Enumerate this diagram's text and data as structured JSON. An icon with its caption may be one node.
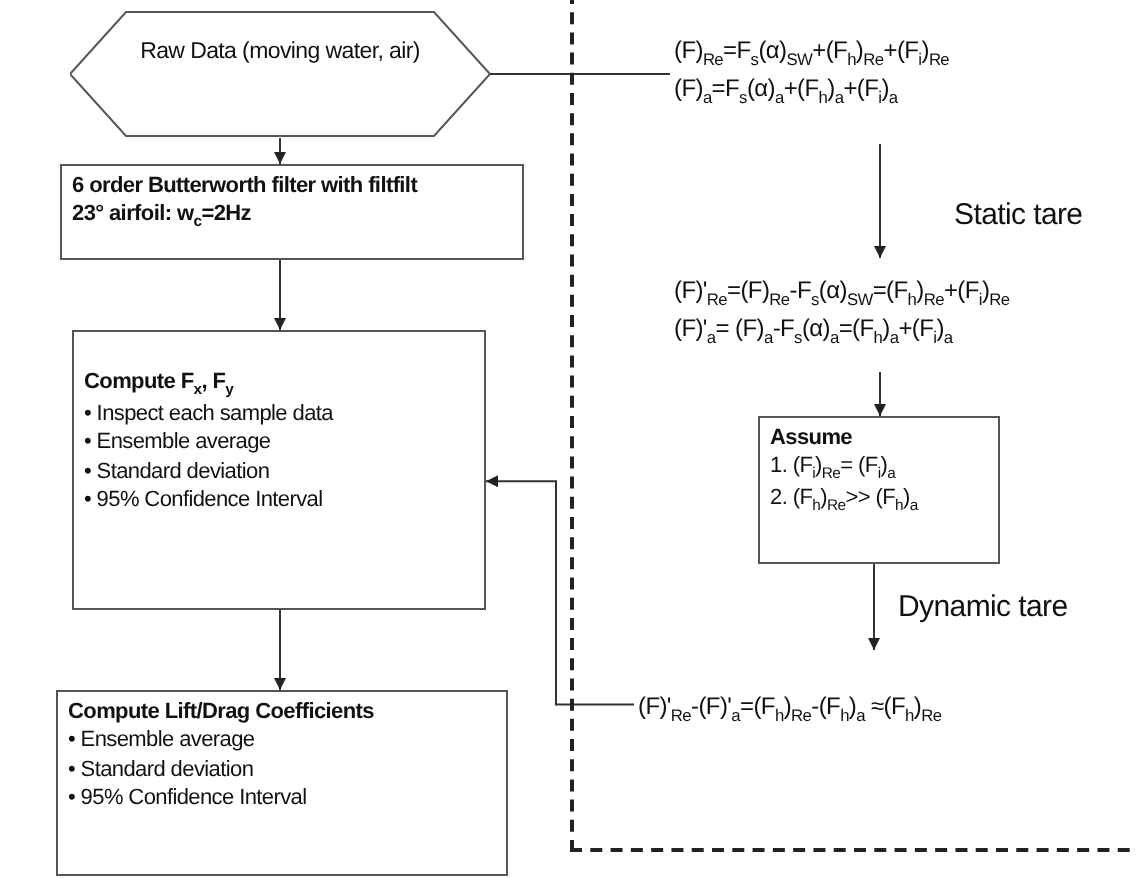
{
  "diagram": {
    "nodes": [
      {
        "text": [
          "Raw Data (moving water, air)"
        ]
      },
      {
        "text": [
          "6 order Butterworth filter with filtfilt",
          "23° airfoil: w$_{c}$=2Hz"
        ]
      },
      {
        "text": [
          "Compute F$_{x}$, F$_{y}$",
          "• Inspect each sample data",
          "• Ensemble average",
          "• Standard deviation",
          "• 95% Confidence Interval"
        ]
      },
      {
        "text": [
          "Compute Lift/Drag Coefficients",
          "• Ensemble average",
          "• Standard deviation",
          "• 95% Confidence Interval"
        ]
      },
      {
        "text": [],
        "shape": "box"
      },
      {
        "text": [
          "(F)$_{Re}$=F$_{s}$(α)$_{SW}$+(F$_{h}$)$_{Re}$+(F$_{i}$)$_{Re}$",
          "(F)$_{a}$=F$_{s}$(α)$_{a}$+(F$_{h}$)$_{a}$+(F$_{i}$)$_{a}$"
        ],
        "in": 4
      },
      {
        "text": [
          "Static tare"
        ],
        "in": 4
      },
      {
        "text": [
          "(F)'$_{Re}$=(F)$_{Re}$-F$_{s}$(α)$_{SW}$=(F$_{h}$)$_{Re}$+(F$_{i}$)$_{Re}$",
          "(F)'$_{a}$= (F)$_{a}$-F$_{s}$(α)$_{a}$=(F$_{h}$)$_{a}$+(F$_{i}$)$_{a}$"
        ],
        "in": 4
      },
      {
        "text": [
          "Assume",
          "1. (F$_{i}$)$_{Re}$= (F$_{i}$)$_{a}$",
          "2. (F$_{h}$)$_{Re}$>> (F$_{h}$)$_{a}$"
        ],
        "in": 4
      },
      {
        "text": [
          "Dynamic tare"
        ],
        "in": 4
      },
      {
        "text": [
          "(F)'$_{Re}$-(F)'$_{a}$=(F$_{h}$)$_{Re}$-(F$_{h}$)$_{a}$ ≈(F$_{h}$)$_{Re}$"
        ],
        "in": 4
      }
    ],
    "edges": [
      {
        "from": 0,
        "to": 1,
        "arrow": "to"
      },
      {
        "from": 1,
        "to": 2,
        "arrow": "to"
      },
      {
        "from": 2,
        "to": 3,
        "arrow": "to"
      },
      {
        "from": 0,
        "to": 5,
        "arrow": "none"
      },
      {
        "from": 5,
        "to": 7,
        "arrow": "to"
      },
      {
        "from": 7,
        "to": 8,
        "arrow": "to"
      },
      {
        "from": 8,
        "to": 10,
        "arrow": "to"
      },
      {
        "from": 10,
        "to": 2,
        "arrow": "to"
      }
    ]
  }
}
